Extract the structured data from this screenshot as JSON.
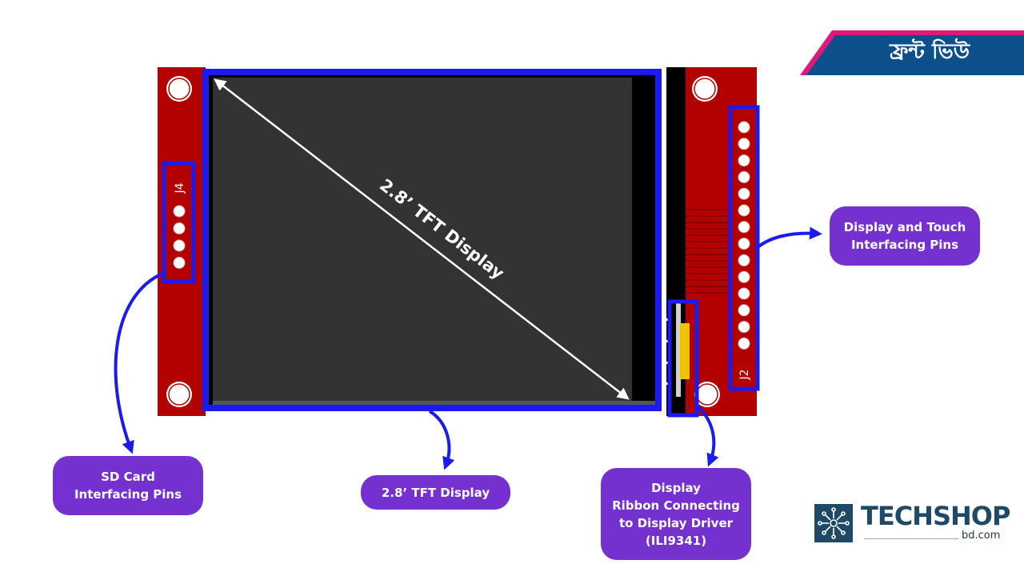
{
  "banner": {
    "title": "ফ্রন্ট ভিউ",
    "color": "#0d4f8b",
    "accent": "#e0187b"
  },
  "board": {
    "pcb_color": "#b30000",
    "screen_color": "#333333",
    "highlight_color": "#1b1bef",
    "diagonal_label": "2.8’ TFT Display",
    "header_left_label": "J4",
    "header_right_label": "J2",
    "left_pin_count": 4,
    "right_pin_count": 14
  },
  "callouts": {
    "display_touch": [
      "Display and Touch",
      "Interfacing Pins"
    ],
    "sd_card": [
      "SD Card",
      "Interfacing Pins"
    ],
    "tft": [
      "2.8’ TFT Display"
    ],
    "ribbon": [
      "Display",
      "Ribbon Connecting",
      "to Display Driver",
      "(ILI9341)"
    ],
    "color": "#7431cf"
  },
  "logo": {
    "tech": "TECH",
    "shop": "SHOP",
    "domain": "bd.com",
    "color": "#1f4a67"
  }
}
